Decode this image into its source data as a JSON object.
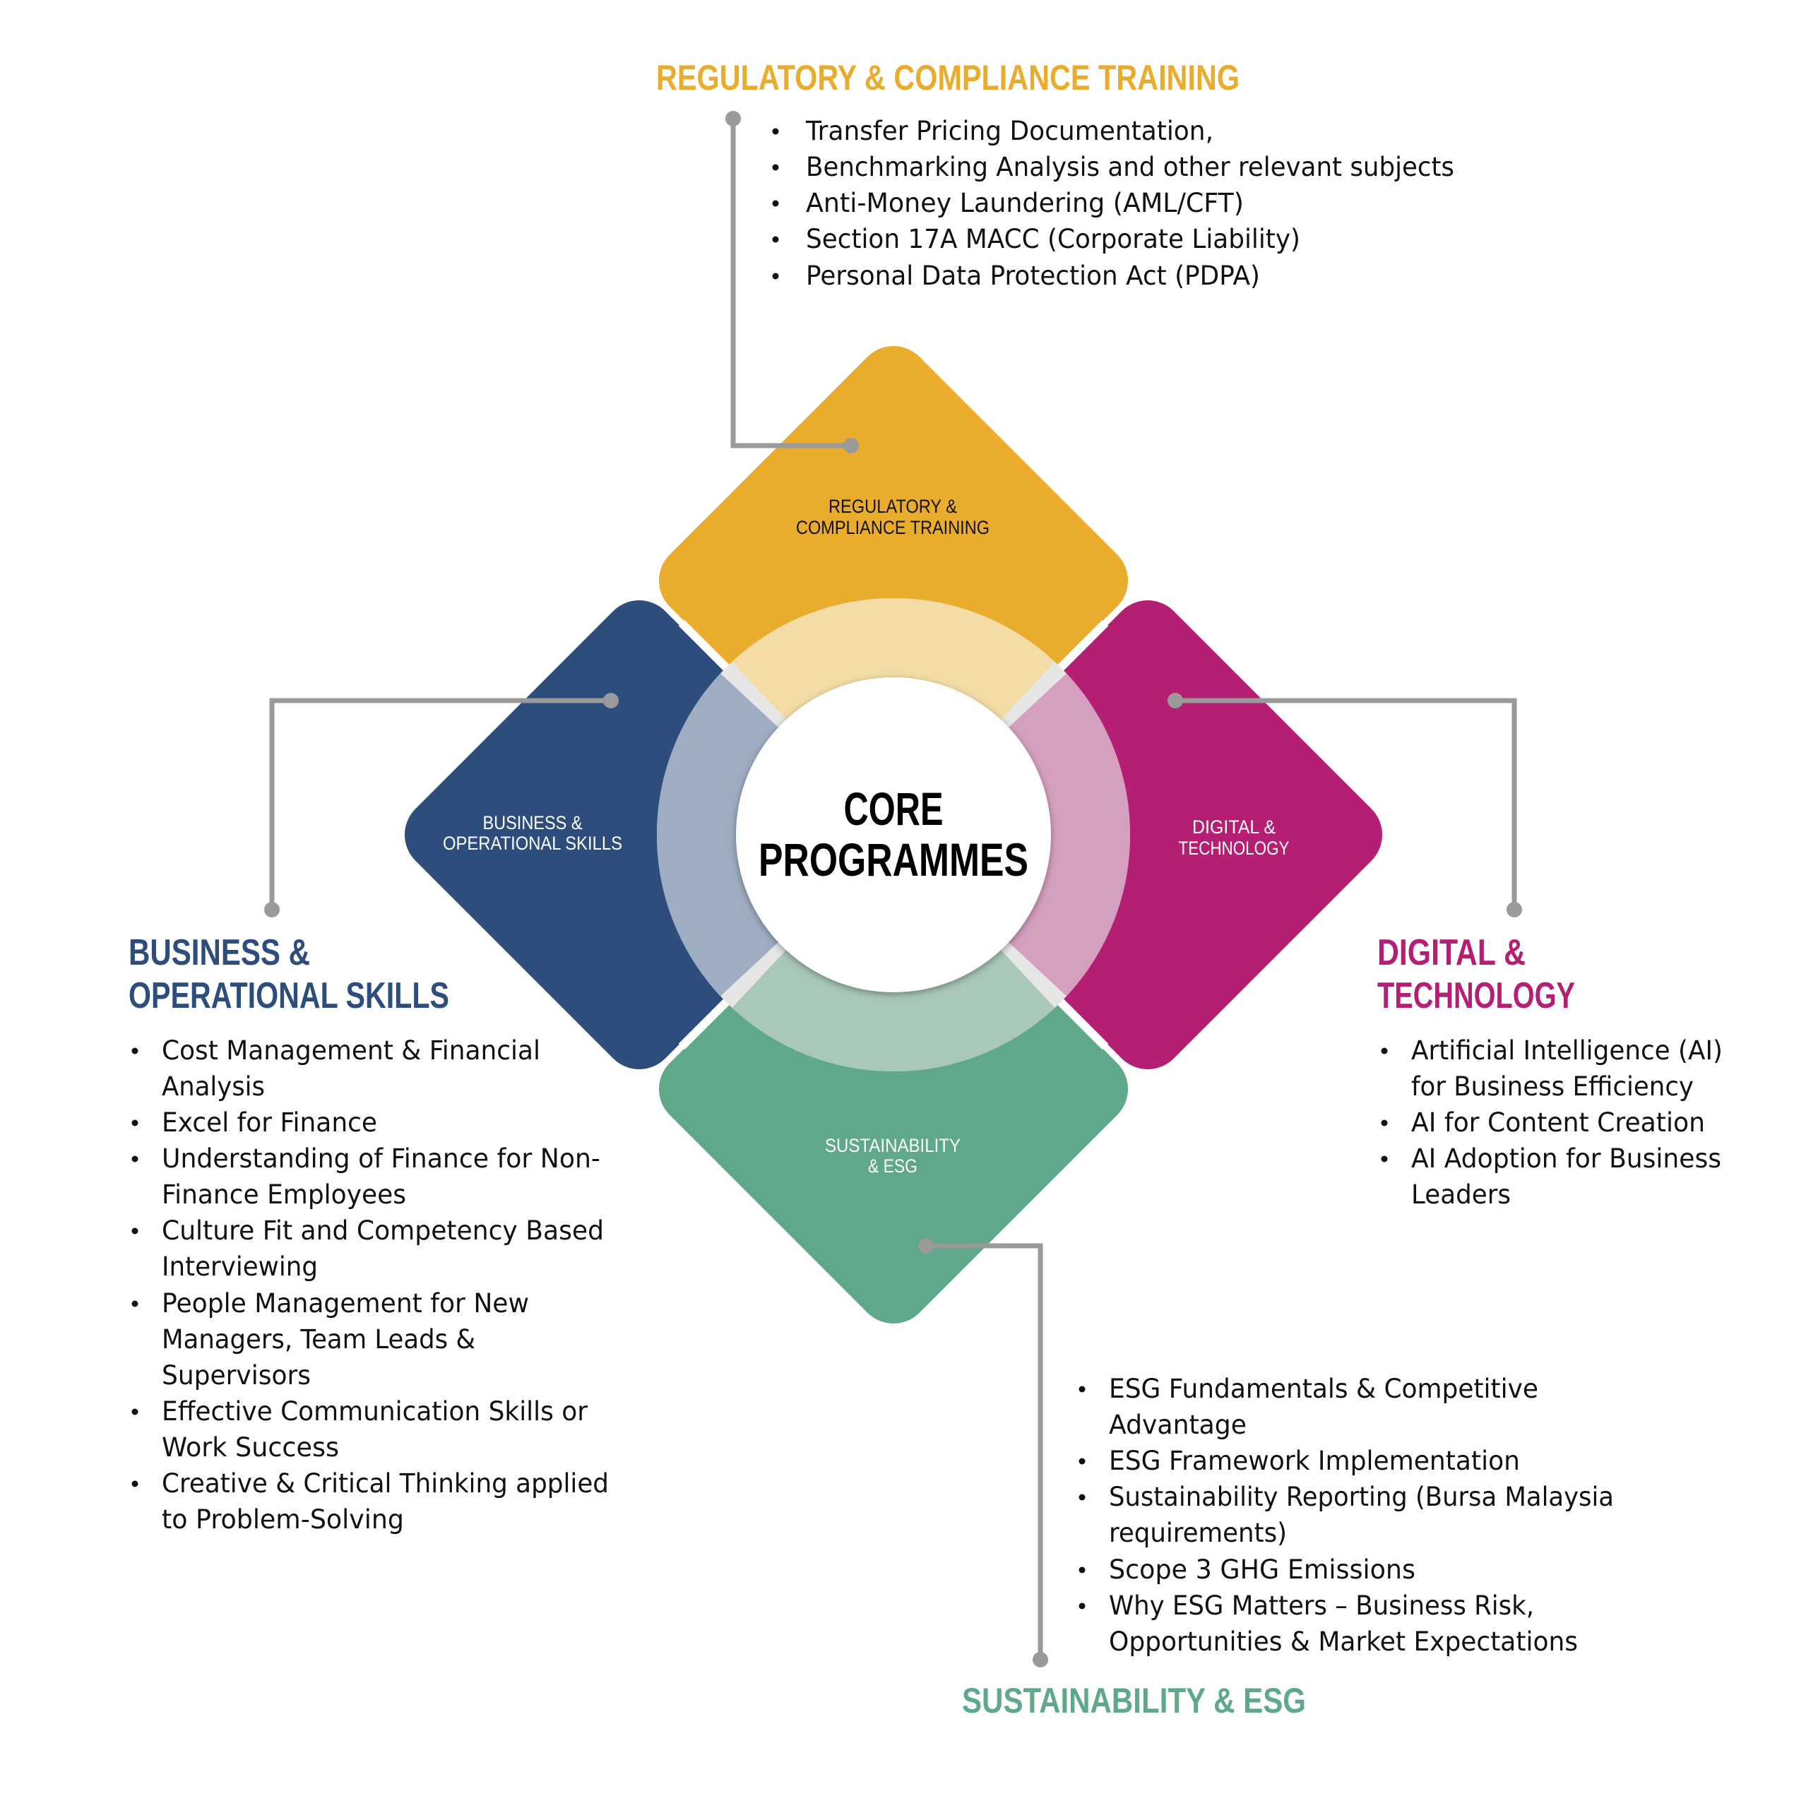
{
  "center": {
    "line1": "CORE",
    "line2": "PROGRAMMES"
  },
  "colors": {
    "regulatory": "#e9ac2c",
    "regulatory_tint": "#f3dca5",
    "business": "#2d4e7c",
    "business_tint": "#9eadc2",
    "digital": "#b41f74",
    "digital_tint": "#d59fc0",
    "sustainability": "#5fa98a",
    "sustainability_tint": "#a9c8b8",
    "connector": "#9a9a9a"
  },
  "regulatory": {
    "heading": "REGULATORY & COMPLIANCE TRAINING",
    "diamond_label": [
      "REGULATORY &",
      "COMPLIANCE TRAINING"
    ],
    "items": [
      "Transfer Pricing Documentation,",
      "Benchmarking Analysis and other relevant subjects",
      "Anti-Money Laundering (AML/CFT)",
      "Section 17A MACC (Corporate Liability)",
      "Personal Data Protection Act (PDPA)"
    ]
  },
  "business": {
    "heading": [
      "BUSINESS &",
      "OPERATIONAL SKILLS"
    ],
    "diamond_label": [
      "BUSINESS &",
      "OPERATIONAL SKILLS"
    ],
    "items": [
      [
        "Cost Management & Financial",
        "Analysis"
      ],
      [
        "Excel for Finance"
      ],
      [
        "Understanding of Finance for Non-",
        "Finance Employees"
      ],
      [
        "Culture Fit and Competency Based",
        "Interviewing"
      ],
      [
        "People Management for New",
        "Managers, Team Leads &",
        "Supervisors"
      ],
      [
        "Effective Communication Skills or",
        "Work Success"
      ],
      [
        "Creative & Critical Thinking applied",
        "to Problem-Solving"
      ]
    ]
  },
  "digital": {
    "heading": [
      "DIGITAL &",
      "TECHNOLOGY"
    ],
    "diamond_label": [
      "DIGITAL &",
      "TECHNOLOGY"
    ],
    "items": [
      [
        "Artificial Intelligence (AI)",
        "for Business Efficiency"
      ],
      [
        "AI for Content Creation"
      ],
      [
        "AI Adoption for Business",
        "Leaders"
      ]
    ]
  },
  "sustainability": {
    "heading": "SUSTAINABILITY & ESG",
    "diamond_label": [
      "SUSTAINABILITY",
      "& ESG"
    ],
    "items": [
      [
        "ESG Fundamentals & Competitive",
        "Advantage"
      ],
      [
        "ESG Framework Implementation"
      ],
      [
        "Sustainability Reporting (Bursa Malaysia",
        "requirements)"
      ],
      [
        "Scope 3 GHG Emissions"
      ],
      [
        "Why ESG Matters – Business Risk,",
        "Opportunities & Market Expectations"
      ]
    ]
  }
}
